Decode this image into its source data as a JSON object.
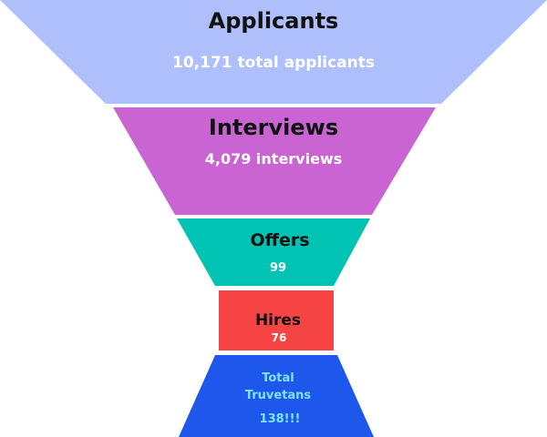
{
  "funnel": {
    "stages": [
      {
        "title": "Applicants",
        "subtitle": "10,171 total applicants",
        "color": "#aebffb"
      },
      {
        "title": "Interviews",
        "subtitle": "4,079 interviews",
        "color": "#c964d2"
      },
      {
        "title": "Offers",
        "subtitle": "99",
        "color": "#00c3b3"
      },
      {
        "title": "Hires",
        "subtitle": "76",
        "color": "#f54443"
      },
      {
        "title_lines": [
          "Total",
          "Truvetans"
        ],
        "subtitle": "138!!!",
        "color": "#1e57ec",
        "text_color": "#7de3ff"
      }
    ]
  }
}
